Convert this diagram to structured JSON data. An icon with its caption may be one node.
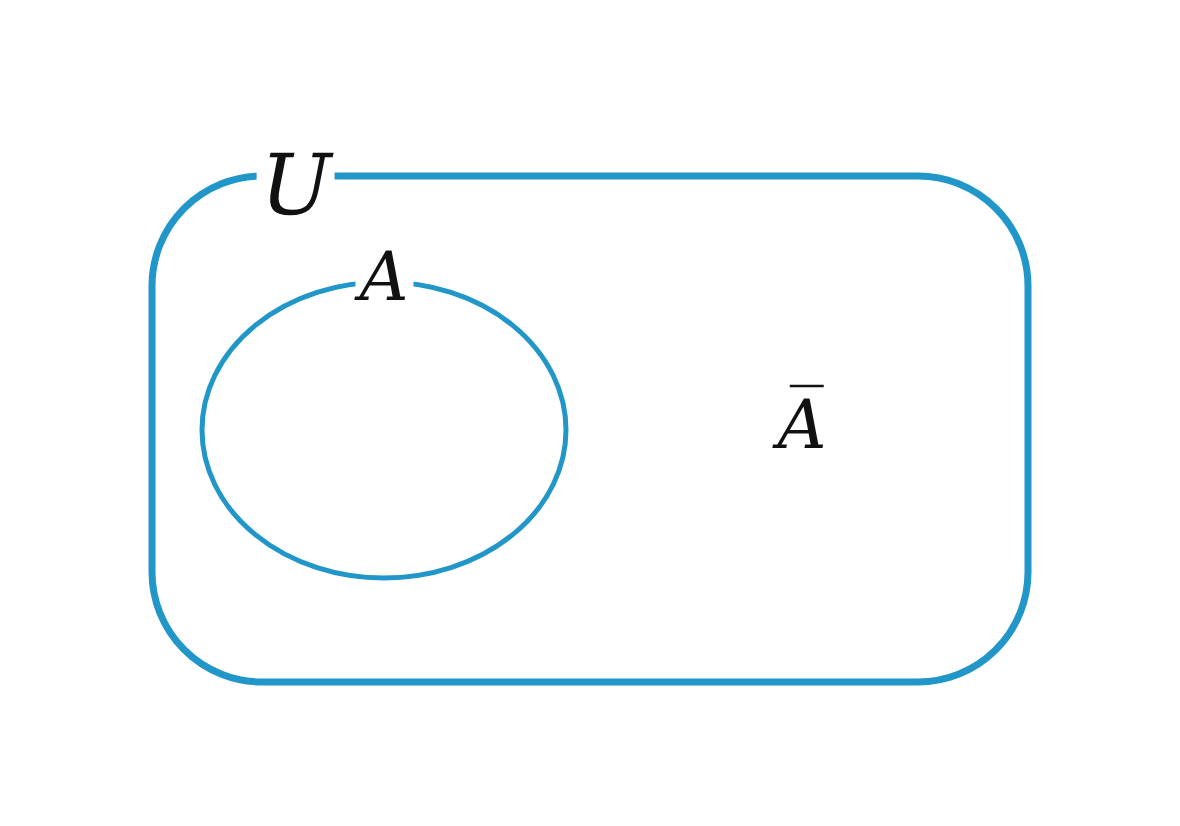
{
  "diagram": {
    "nodes": [
      {
        "text": [
          "U"
        ]
      },
      {
        "text": [
          "A"
        ],
        "in": 0
      }
    ],
    "labels": [
      "A̅"
    ]
  }
}
